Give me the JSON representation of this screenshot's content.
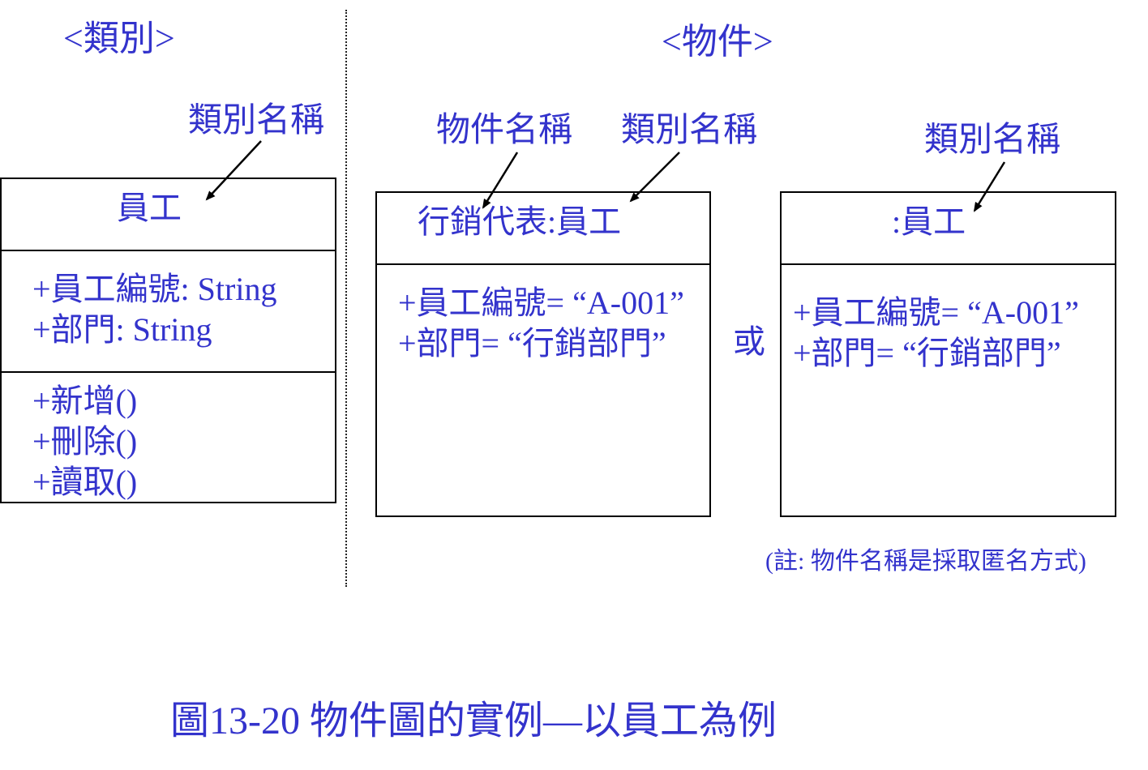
{
  "colors": {
    "text": "#3333cc",
    "lines": "#000000"
  },
  "class_section": {
    "heading": "<類別>",
    "class_name_label": "類別名稱",
    "class_box": {
      "name": "員工",
      "attributes": [
        "+員工編號:  String",
        "+部門: String"
      ],
      "operations": [
        "+新增()",
        "+刪除()",
        "+讀取()"
      ]
    }
  },
  "object_section": {
    "heading": "<物件>",
    "object_name_label": "物件名稱",
    "class_name_label_1": "類別名稱",
    "class_name_label_2": "類別名稱",
    "object_box_1": {
      "name": "行銷代表:員工",
      "attributes": [
        "+員工編號= “A-001”",
        "+部門= “行銷部門”"
      ]
    },
    "or_text": "或",
    "object_box_2": {
      "name": ":員工",
      "attributes": [
        "+員工編號= “A-001”",
        "+部門= “行銷部門”"
      ]
    },
    "note": "(註:  物件名稱是採取匿名方式)"
  },
  "caption": "圖13-20 物件圖的實例—以員工為例"
}
